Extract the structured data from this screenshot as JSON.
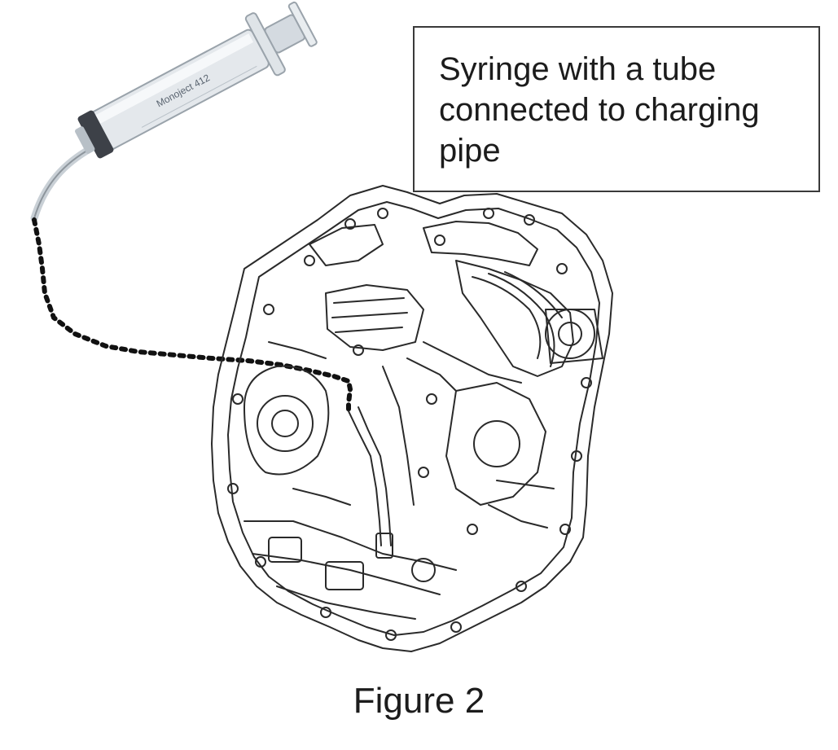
{
  "figure": {
    "callout_text": "Syringe with a tube connected to charging pipe",
    "caption": "Figure 2",
    "syringe_brand": "Monoject 412"
  },
  "colors": {
    "line_art": "#2a2a2a",
    "syringe_body": "#e4e8ec",
    "syringe_ring": "#3d4148",
    "dotted_tube": "#111111"
  },
  "icons": {
    "syringe": "syringe-icon",
    "transmission": "transmission-illustration"
  }
}
